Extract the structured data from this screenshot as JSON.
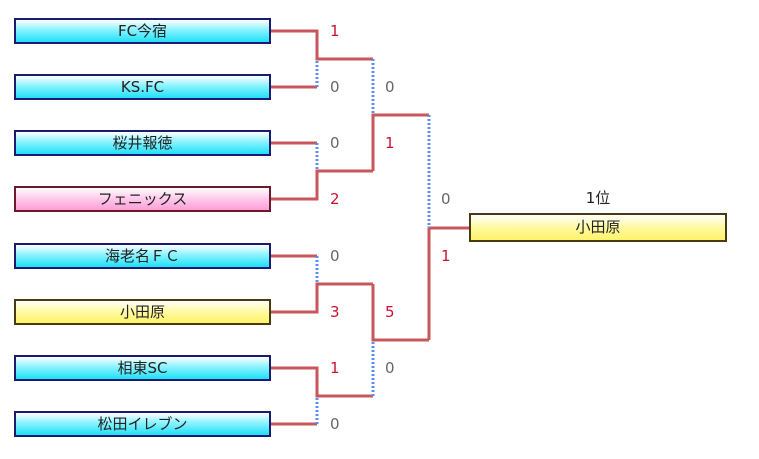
{
  "teams": [
    {
      "name": "FC今宿",
      "color": "cyan"
    },
    {
      "name": "KS.FC",
      "color": "cyan"
    },
    {
      "name": "桜井報徳",
      "color": "cyan"
    },
    {
      "name": "フェニックス",
      "color": "pink"
    },
    {
      "name": "海老名ＦＣ",
      "color": "cyan"
    },
    {
      "name": "小田原",
      "color": "yellow"
    },
    {
      "name": "相東SC",
      "color": "cyan"
    },
    {
      "name": "松田イレブン",
      "color": "cyan"
    }
  ],
  "round1_scores": [
    "1",
    "0",
    "0",
    "2",
    "0",
    "3",
    "1",
    "0"
  ],
  "round2_scores": [
    "0",
    "1",
    "5",
    "0"
  ],
  "final_scores": [
    "0",
    "1"
  ],
  "champion": {
    "rank_label": "1位",
    "name": "小田原"
  },
  "colors": {
    "win_line": "#c8565a",
    "lose_line": "#5a8ef0",
    "win_score": "#cc1133",
    "lose_score": "#666666"
  }
}
